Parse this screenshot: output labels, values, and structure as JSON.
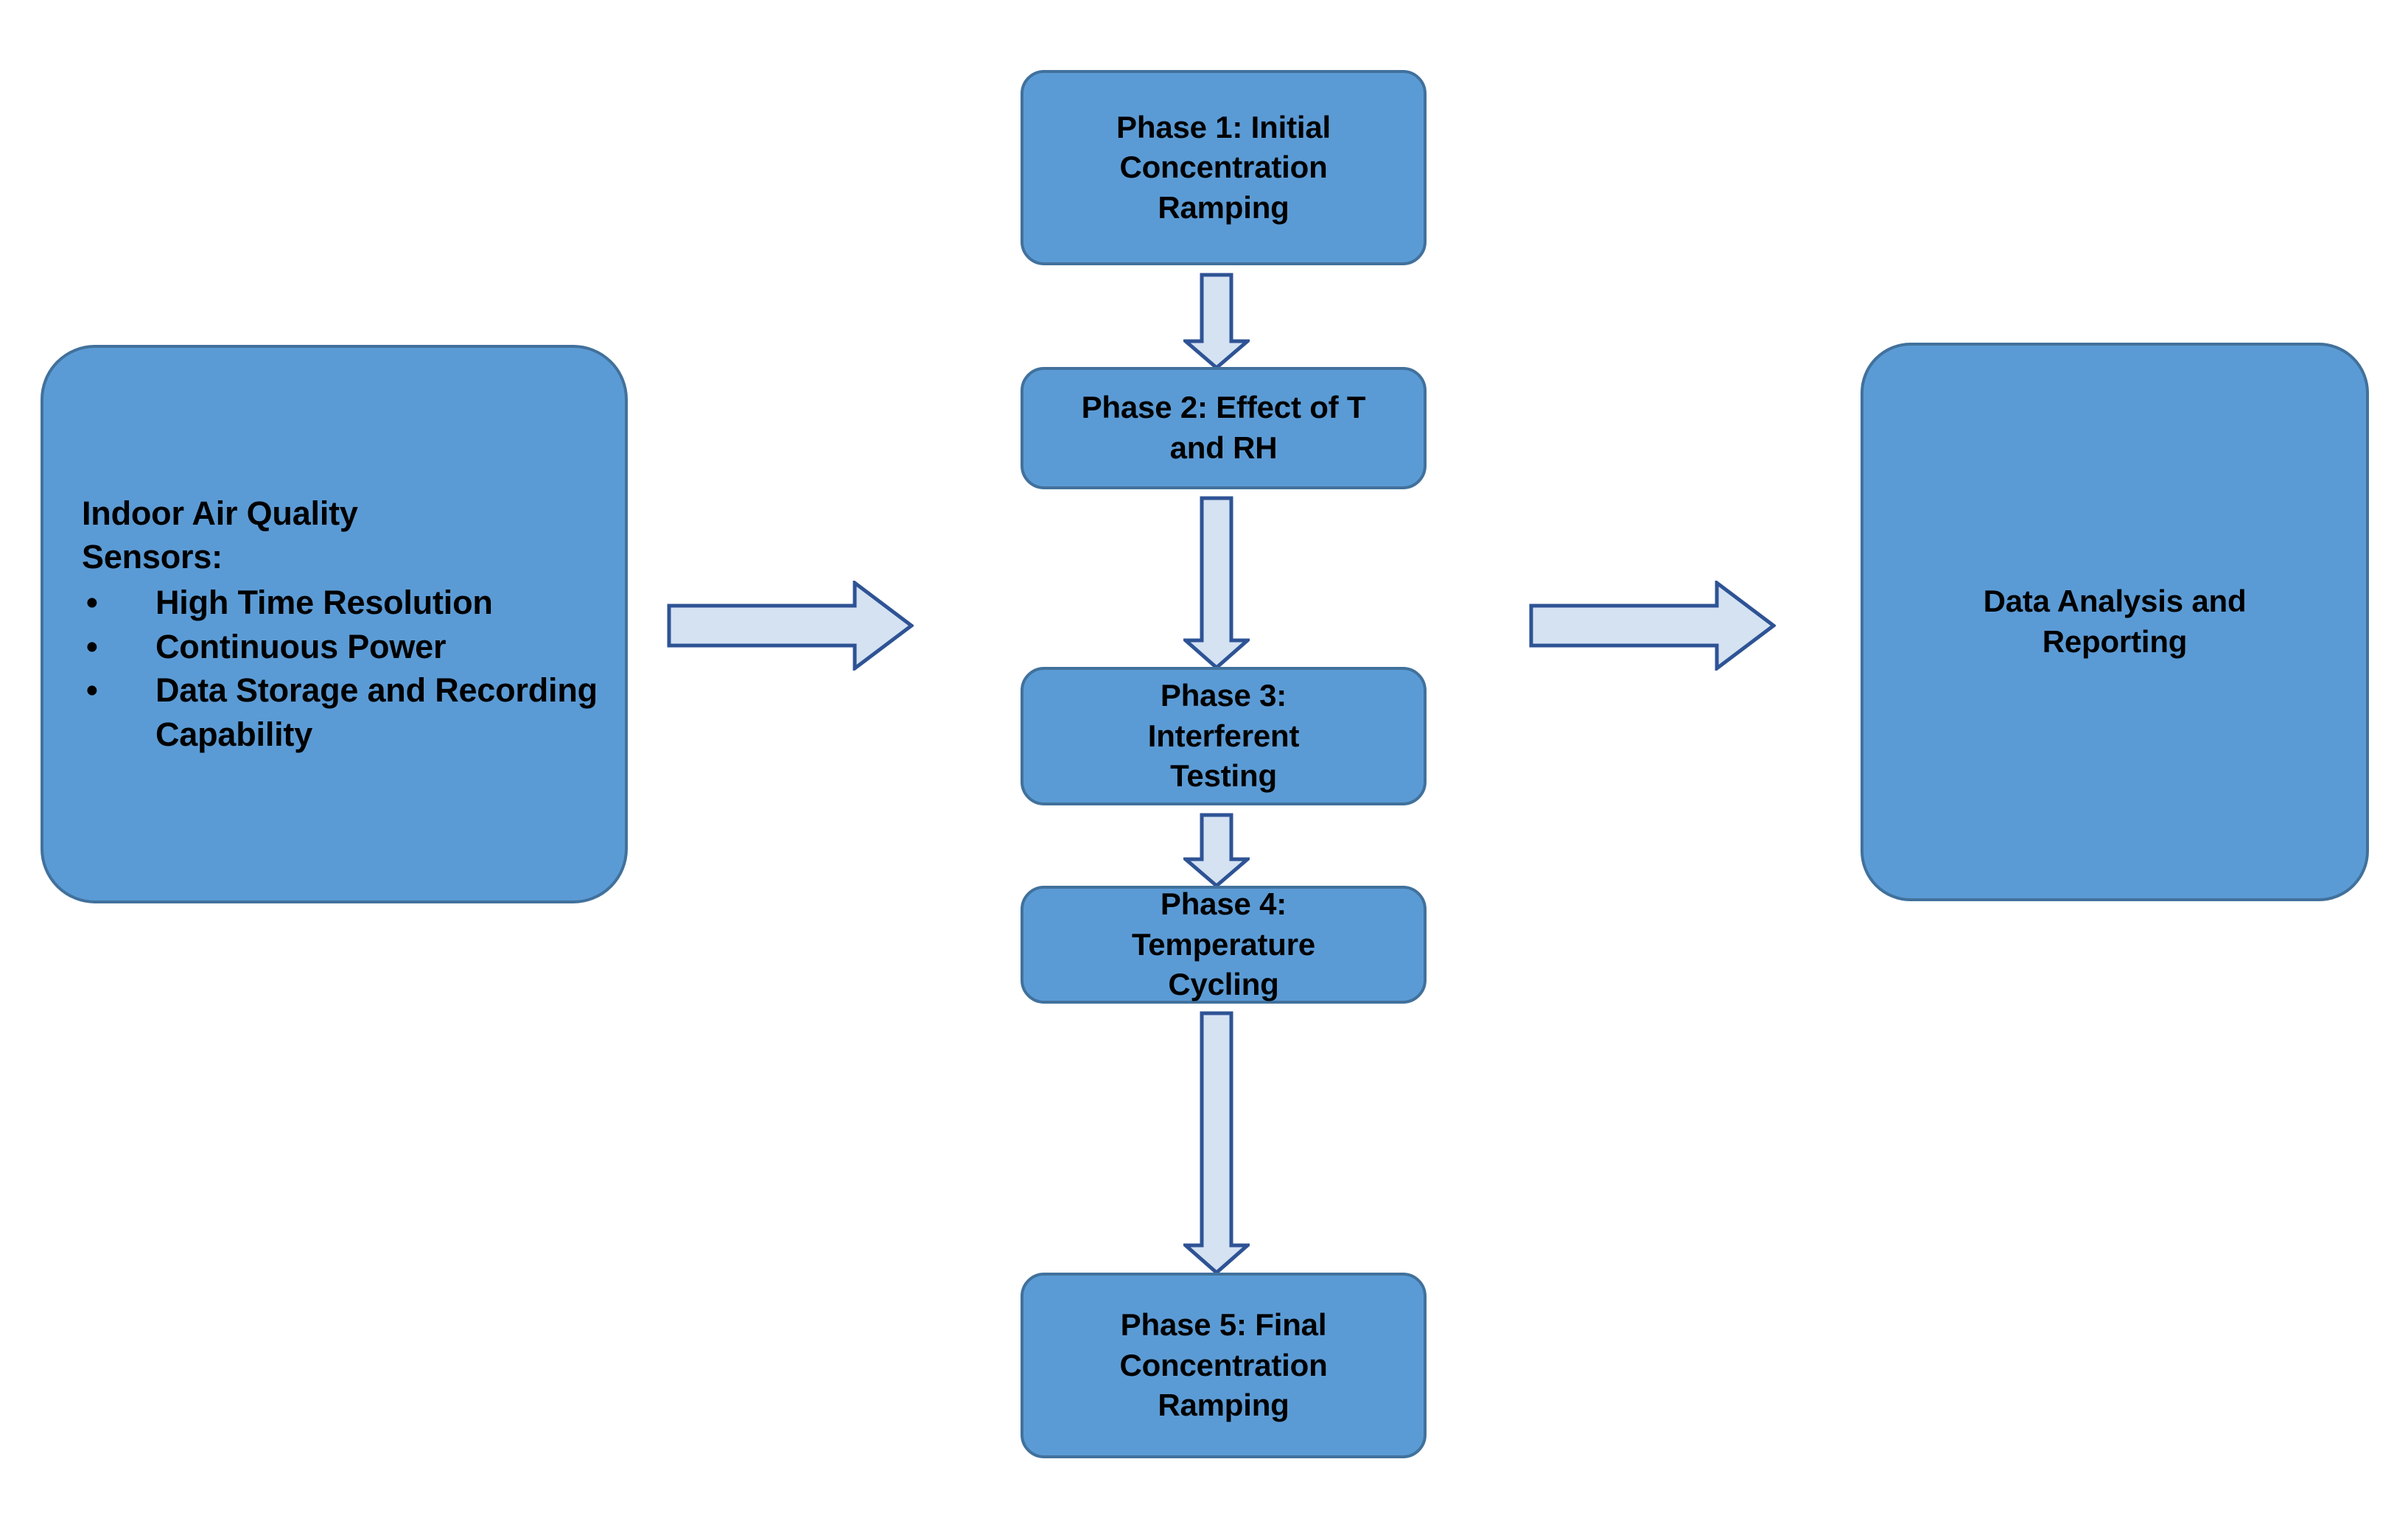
{
  "diagram": {
    "title": "Sensor Evaluation Workflow Flowchart",
    "colors": {
      "box_fill": "#5B9BD5",
      "box_border": "#41719C",
      "arrow_fill": "#D4E2F2",
      "arrow_border": "#2E5395",
      "text": "#000000",
      "background": "#FFFFFF"
    }
  },
  "sensors_box": {
    "title": "Indoor Air Quality Sensors:",
    "bullet_glyph": "•",
    "bullets": [
      "High Time Resolution",
      "Continuous Power",
      "Data Storage and Recording Capability"
    ]
  },
  "phases": [
    {
      "id": "phase-1",
      "label": "Phase 1: Initial Concentration Ramping"
    },
    {
      "id": "phase-2",
      "label": "Phase 2: Effect of T and RH"
    },
    {
      "id": "phase-3",
      "label": "Phase 3: Interferent Testing"
    },
    {
      "id": "phase-4",
      "label": "Phase 4: Temperature Cycling"
    },
    {
      "id": "phase-5",
      "label": "Phase 5: Final Concentration Ramping"
    }
  ],
  "analysis_box": {
    "label": "Data Analysis and Reporting"
  },
  "connectors": {
    "horizontal_left": "arrow-right-icon",
    "horizontal_right": "arrow-right-icon",
    "vertical_1": "arrow-down-icon",
    "vertical_2": "arrow-down-icon",
    "vertical_3": "arrow-down-icon",
    "vertical_4": "arrow-down-icon"
  }
}
